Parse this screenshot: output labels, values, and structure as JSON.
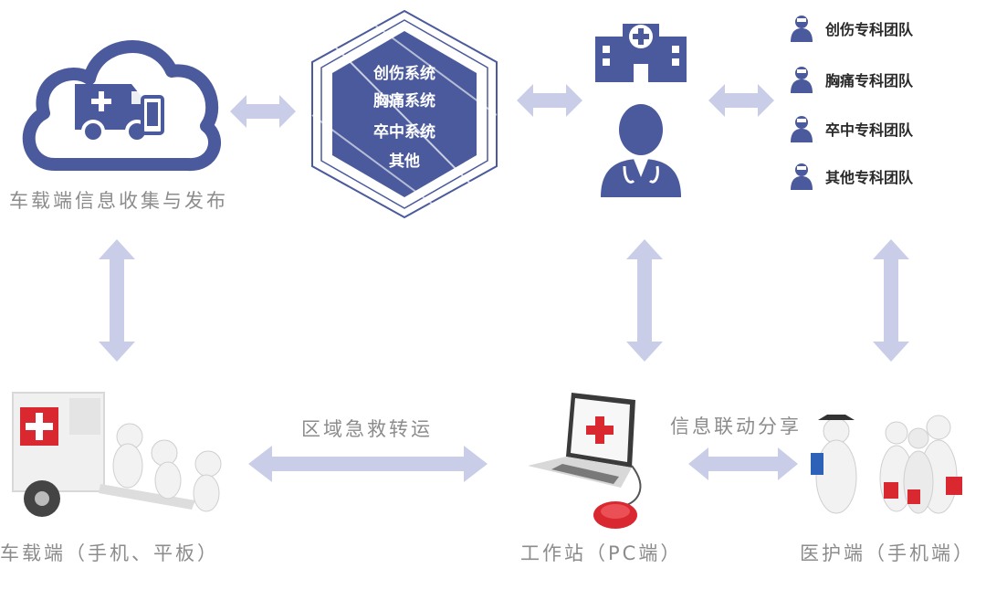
{
  "hex_systems": [
    "创伤系统",
    "胸痛系统",
    "卒中系统",
    "其他"
  ],
  "teams": [
    "创伤专科团队",
    "胸痛专科团队",
    "卒中专科团队",
    "其他专科团队"
  ],
  "labels": {
    "cloud": "车载端信息收集与发布",
    "vehicle": "车载端（手机、平板）",
    "regional": "区域急救转运",
    "workstation": "工作站（PC端）",
    "info_share": "信息联动分享",
    "medical": "医护端（手机端）"
  },
  "colors": {
    "navy": "#4a5a9c",
    "arrow": "#c9cde8",
    "label_gray": "#8c8c8c",
    "red": "#d9282f"
  }
}
